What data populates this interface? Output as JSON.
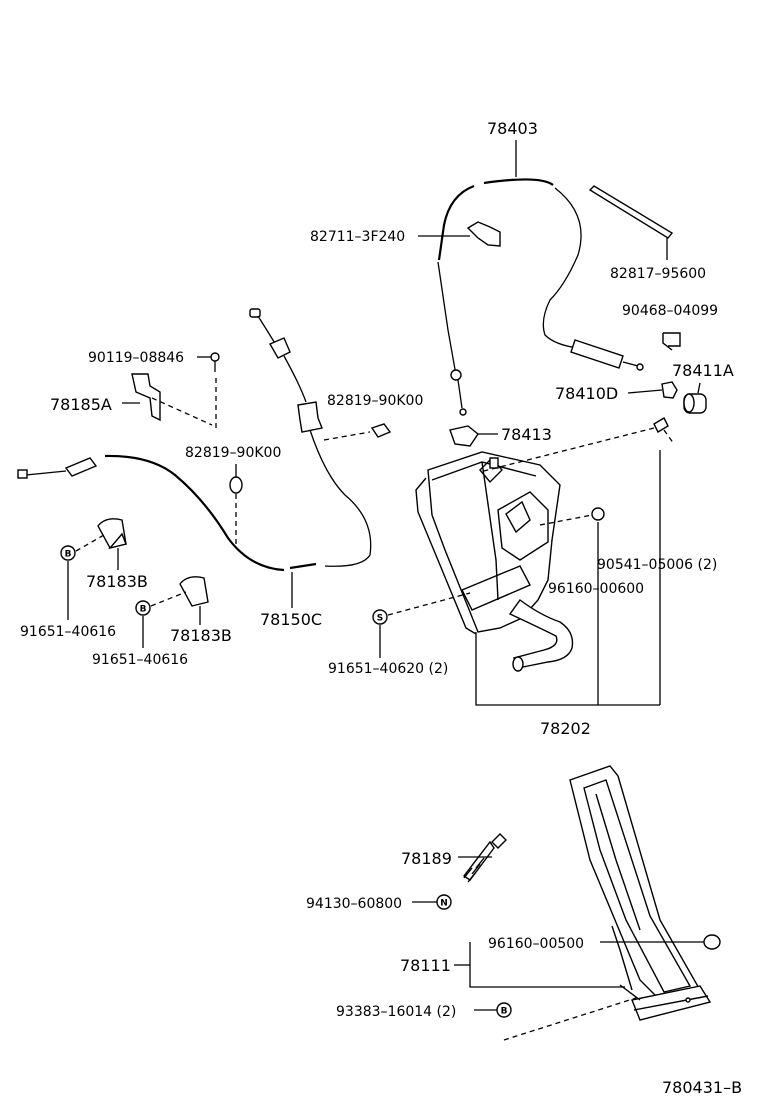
{
  "labels": {
    "p78403": "78403",
    "p82711": "82711–3F240",
    "p82817": "82817–95600",
    "p90468": "90468–04099",
    "p78411A": "78411A",
    "p78410D": "78410D",
    "p78413": "78413",
    "p90119": "90119–08846",
    "p78185A": "78185A",
    "p82819a": "82819–90K00",
    "p82819b": "82819–90K00",
    "p90541": "90541–05006 (2)",
    "p96160a": "96160–00600",
    "p78183Ba": "78183B",
    "p78183Bb": "78183B",
    "p78150C": "78150C",
    "p91651a": "91651–40616",
    "p91651b": "91651–40616",
    "p91651c": "91651–40620 (2)",
    "p78202": "78202",
    "p78189": "78189",
    "p94130": "94130–60800",
    "p78111": "78111",
    "p96160b": "96160–00500",
    "p93383": "93383–16014 (2)",
    "diagram_id": "780431–B"
  },
  "markers": {
    "B": "B",
    "S": "S",
    "N": "N"
  }
}
